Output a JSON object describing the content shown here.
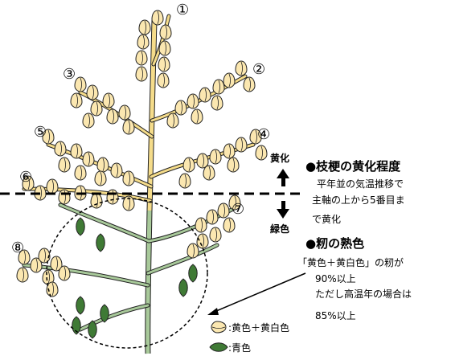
{
  "branch_numbers": [
    "①",
    "②",
    "③",
    "④",
    "⑤",
    "⑥",
    "⑦",
    "⑧"
  ],
  "arrow_up_label": "黄化",
  "arrow_down_label": "緑色",
  "section1": {
    "heading": "●枝梗の黄化程度",
    "lines": [
      "平年並の気温推移で",
      "主軸の上から5番目ま",
      "で黄化"
    ]
  },
  "section2": {
    "heading": "●籾の熟色",
    "lines": [
      "「黄色＋黄白色」の籾が",
      "90%以上",
      "ただし高温年の場合は",
      "85%以上"
    ]
  },
  "legend": {
    "yellow_label": ":黄色＋黄白色",
    "green_label": ":青色"
  },
  "colors": {
    "stem_yellow": "#f5dc8a",
    "stem_green": "#a8c99a",
    "grain_yellow": "#fbe7b0",
    "grain_green": "#3f7a35",
    "outline": "#222222"
  }
}
